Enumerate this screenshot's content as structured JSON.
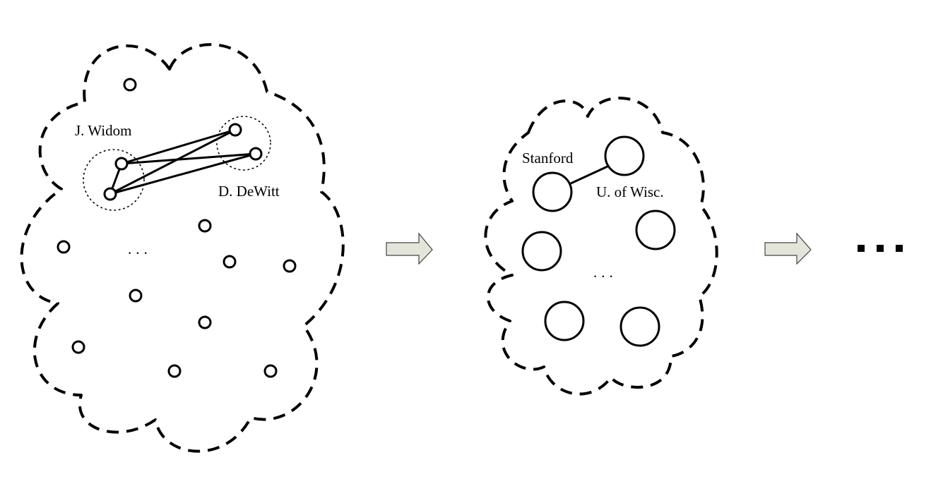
{
  "diagram": {
    "stage1": {
      "labels": {
        "author_a": "J. Widom",
        "author_b": "D. DeWitt",
        "more_nodes": "..."
      }
    },
    "stage2": {
      "labels": {
        "group_a": "Stanford",
        "group_b": "U. of Wisc.",
        "more_nodes": "..."
      }
    },
    "continuation": "..."
  }
}
